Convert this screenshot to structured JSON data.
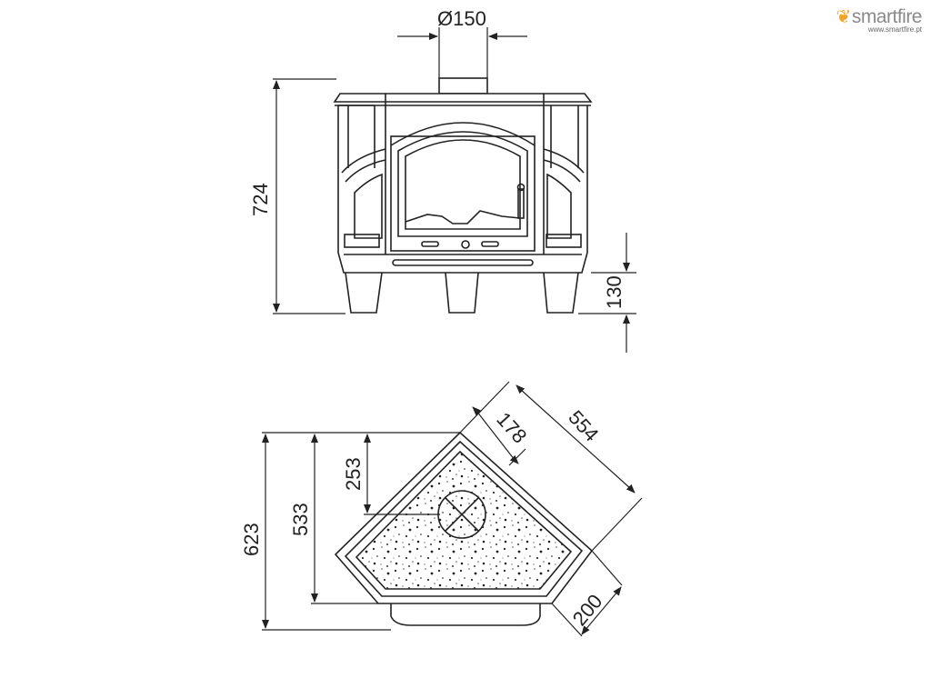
{
  "brand": {
    "name": "smartfire",
    "url": "www.smartfire.pt"
  },
  "dimensions": {
    "flue_diameter": "Ø150",
    "total_height": "724",
    "leg_height": "130",
    "side_depth": "178",
    "diagonal_width": "554",
    "depth_to_center": "253",
    "body_depth": "533",
    "total_depth": "623",
    "front_face": "200"
  },
  "colors": {
    "line": "#222222",
    "brand_accent": "#f0a52a",
    "brand_text": "#8a8a8a"
  }
}
